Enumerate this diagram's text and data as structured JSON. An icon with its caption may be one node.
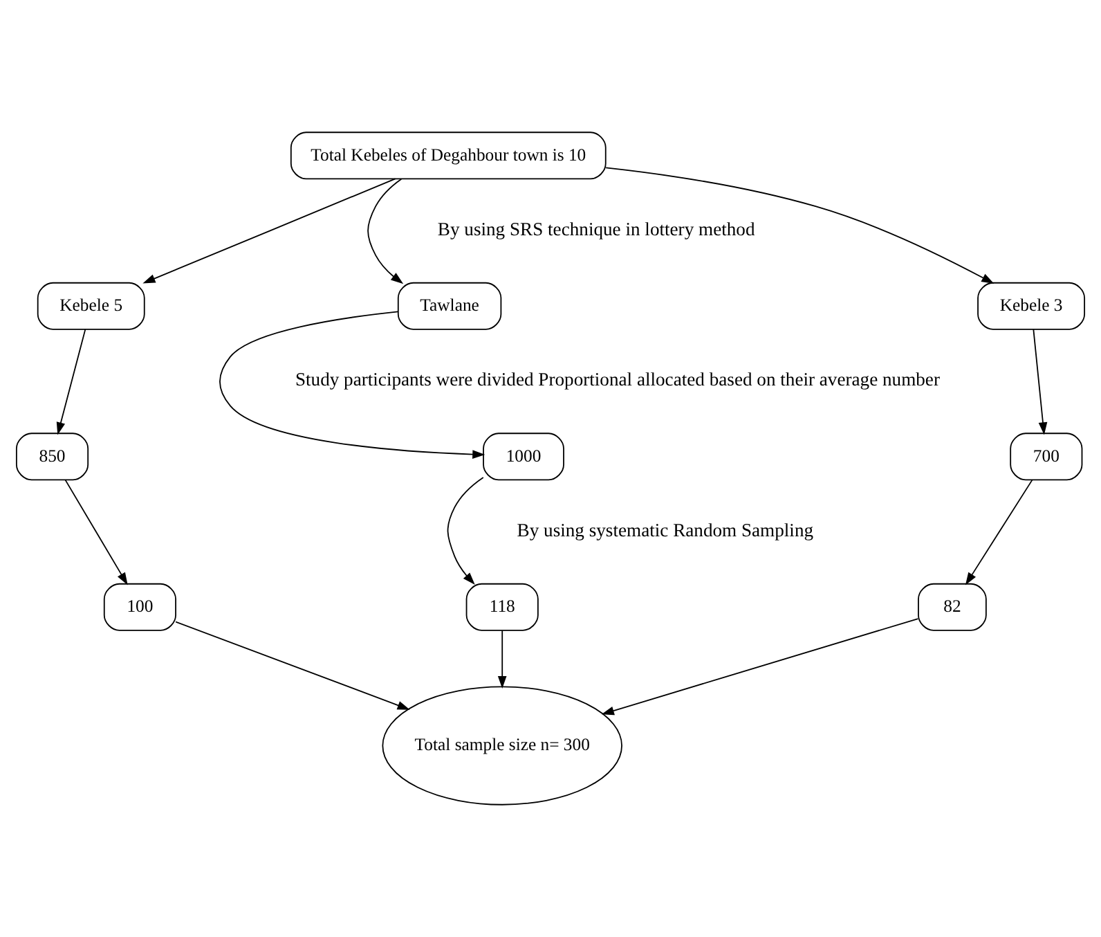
{
  "diagram": {
    "nodes": [
      {
        "text": [
          "Total Kebeles of Degahbour town is 10"
        ]
      },
      {
        "text": [
          "Kebele 5"
        ]
      },
      {
        "text": [
          "Tawlane"
        ]
      },
      {
        "text": [
          "Kebele 3"
        ]
      },
      {
        "text": [
          "850"
        ]
      },
      {
        "text": [
          "1000"
        ]
      },
      {
        "text": [
          "700"
        ]
      },
      {
        "text": [
          "100"
        ]
      },
      {
        "text": [
          "118"
        ]
      },
      {
        "text": [
          "82"
        ]
      },
      {
        "text": [
          "Total sample size n= 300"
        ]
      }
    ],
    "edges": [
      {
        "from": 0,
        "to": 1,
        "arrow": "to"
      },
      {
        "from": 0,
        "to": 2,
        "arrow": "to"
      },
      {
        "from": 0,
        "to": 3,
        "arrow": "to"
      },
      {
        "from": 1,
        "to": 4,
        "arrow": "to"
      },
      {
        "from": 2,
        "to": 5,
        "arrow": "to"
      },
      {
        "from": 3,
        "to": 6,
        "arrow": "to"
      },
      {
        "from": 4,
        "to": 7,
        "arrow": "to"
      },
      {
        "from": 5,
        "to": 8,
        "arrow": "to"
      },
      {
        "from": 6,
        "to": 9,
        "arrow": "to"
      },
      {
        "from": 7,
        "to": 10,
        "arrow": "to"
      },
      {
        "from": 8,
        "to": 10,
        "arrow": "to"
      },
      {
        "from": 9,
        "to": 10,
        "arrow": "to"
      }
    ],
    "labels": [
      "By using SRS technique in lottery method",
      "Study participants were divided Proportional allocated based on their average number",
      "By using systematic Random Sampling"
    ]
  }
}
